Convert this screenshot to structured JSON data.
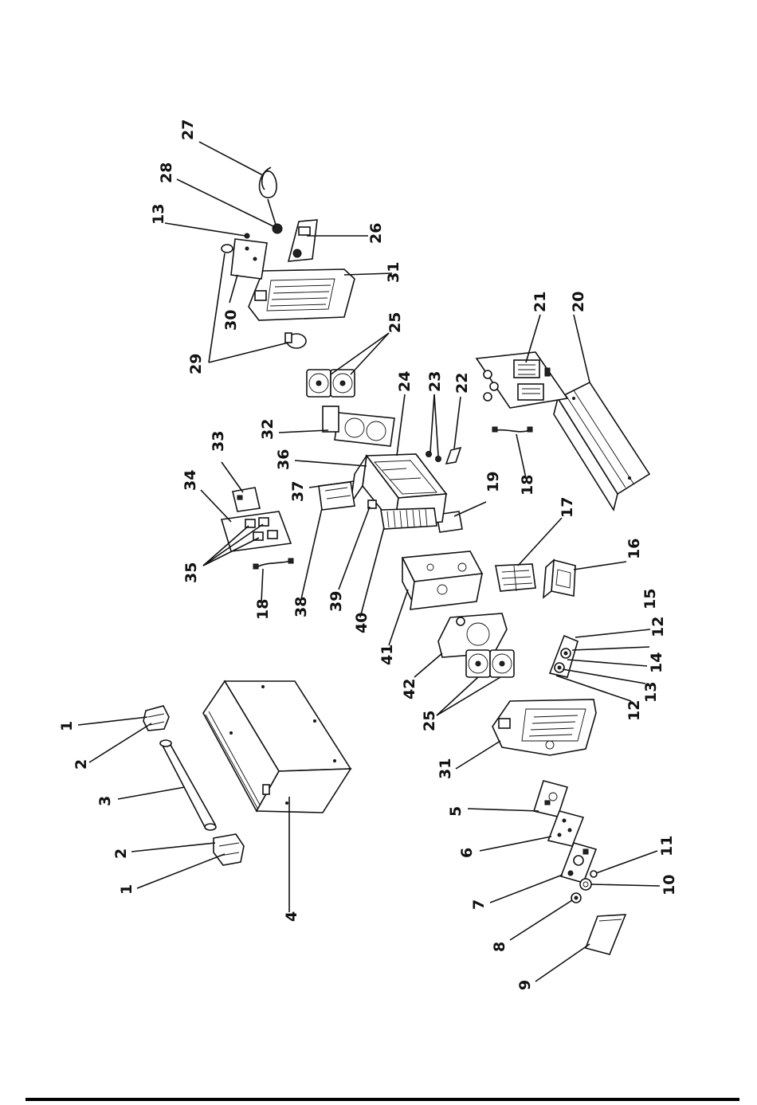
{
  "labels": {
    "l1a": "1",
    "l2a": "2",
    "l3": "3",
    "l2b": "2",
    "l1b": "1",
    "l4": "4",
    "l5": "5",
    "l6": "6",
    "l7": "7",
    "l8": "8",
    "l9": "9",
    "l10": "10",
    "l11": "11",
    "l12a": "12",
    "l13a": "13",
    "l14": "14",
    "l12b": "12",
    "l15": "15",
    "l16": "16",
    "l17": "17",
    "l18a": "18",
    "l19": "19",
    "l18b": "18",
    "l20": "20",
    "l21": "21",
    "l22": "22",
    "l23": "23",
    "l24": "24",
    "l25a": "25",
    "l25b": "25",
    "l26": "26",
    "l27": "27",
    "l28": "28",
    "l13b": "13",
    "l29": "29",
    "l30": "30",
    "l31a": "31",
    "l31b": "31",
    "l32": "32",
    "l33": "33",
    "l34": "34",
    "l35": "35",
    "l36": "36",
    "l37": "37",
    "l38": "38",
    "l39": "39",
    "l40": "40",
    "l41": "41",
    "l42": "42"
  }
}
